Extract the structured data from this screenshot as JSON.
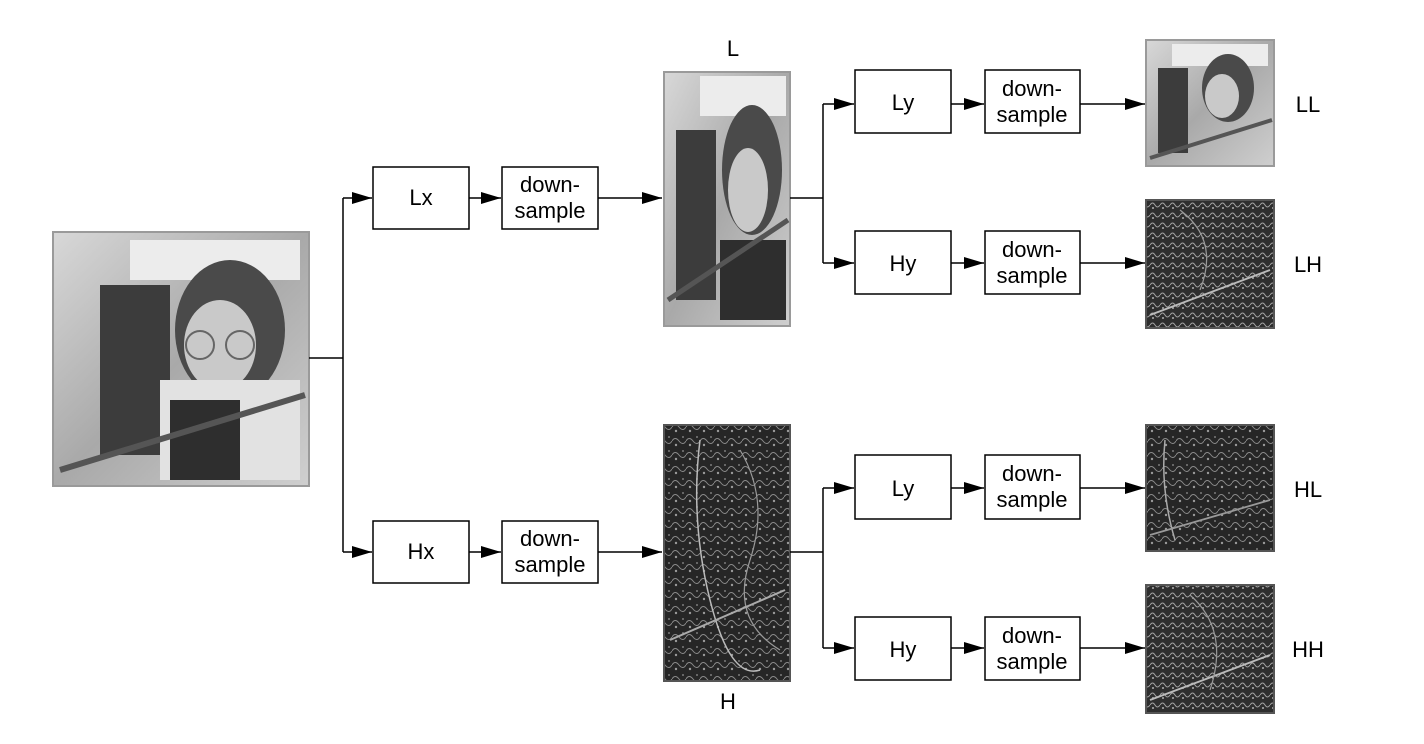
{
  "diagram": {
    "filters": {
      "lx": "Lx",
      "hx": "Hx",
      "ly_top": "Ly",
      "hy_top": "Hy",
      "ly_bottom": "Ly",
      "hy_bottom": "Hy"
    },
    "downsample": {
      "line1": "down-",
      "line2": "sample"
    },
    "intermediate_labels": {
      "L": "L",
      "H": "H"
    },
    "output_labels": {
      "LL": "LL",
      "LH": "LH",
      "HL": "HL",
      "HH": "HH"
    },
    "colors": {
      "line": "#000000",
      "box_border": "#000000",
      "photo_light": "#bdbdbd",
      "photo_dark": "#2b2b2b"
    }
  }
}
